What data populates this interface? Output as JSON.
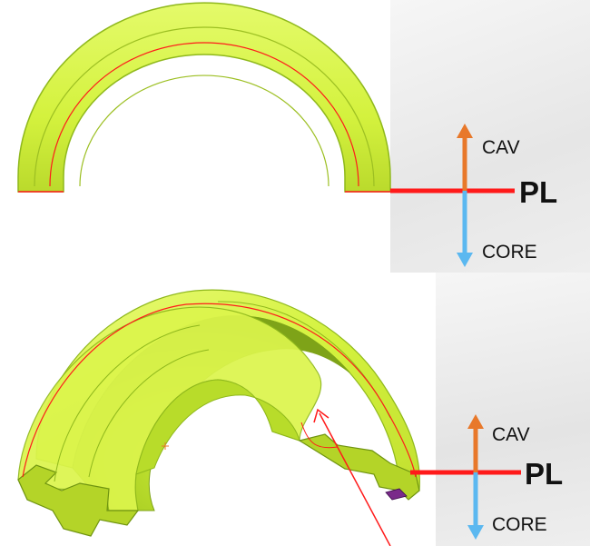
{
  "diagrams": [
    {
      "view": "front",
      "labels": {
        "cavity": "CAV",
        "parting_line": "PL",
        "core": "CORE"
      }
    },
    {
      "view": "isometric",
      "labels": {
        "cavity": "CAV",
        "parting_line": "PL",
        "core": "CORE"
      }
    }
  ],
  "colors": {
    "part_body": "#d4f23e",
    "part_shadow": "#8fb81c",
    "parting_line": "#ff1a1a",
    "cavity_arrow": "#e8782a",
    "core_arrow": "#5bb8f0",
    "insert_face": "#7a2a8a"
  }
}
